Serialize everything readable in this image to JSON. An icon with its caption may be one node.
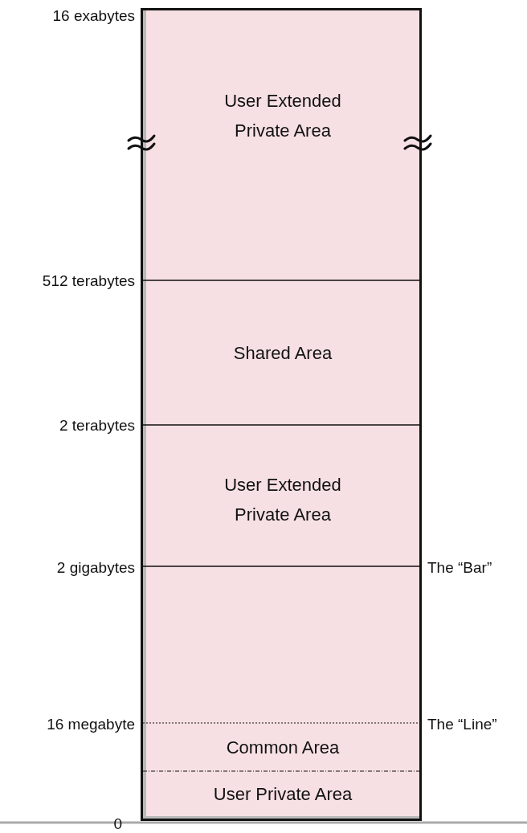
{
  "diagram": {
    "nodes": [
      {
        "text": [],
        "shape": "box"
      },
      {
        "text": [
          "User Extended Private Area"
        ],
        "in": 0
      },
      {
        "text": [
          "Shared  Area"
        ],
        "in": 0
      },
      {
        "text": [
          "User Extended Private Area"
        ],
        "in": 0
      },
      {
        "text": [],
        "shape": "box",
        "in": 0
      },
      {
        "text": [
          "Common Area"
        ],
        "in": 0
      },
      {
        "text": [
          "User Private Area"
        ],
        "in": 0
      }
    ],
    "edges": [],
    "labels": [
      "16 exabytes",
      "512 terabytes",
      "2 terabytes",
      "2 gigabytes",
      "The “Bar”",
      "16 megabyte",
      "The “Line”",
      "0"
    ]
  }
}
